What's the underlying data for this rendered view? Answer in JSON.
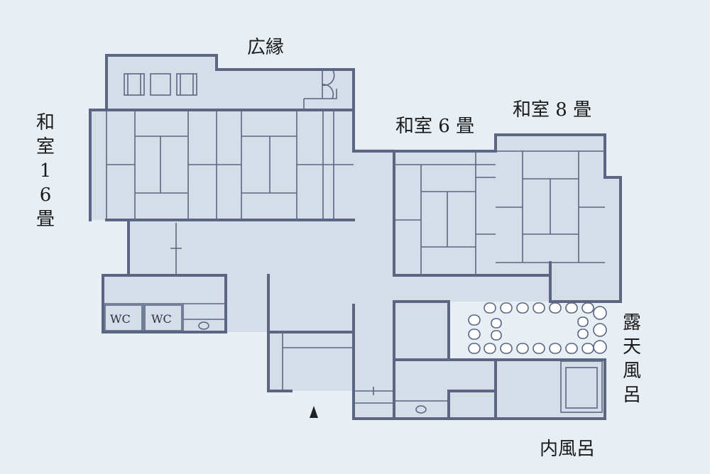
{
  "labels": {
    "engawa": "広縁",
    "washitsu16": "和室16畳",
    "washitsu6": "和室 6 畳",
    "washitsu8": "和室 8 畳",
    "rotenburo": "露天風呂",
    "uchiburo": "内風呂",
    "wc1": "WC",
    "wc2": "WC"
  },
  "colors": {
    "background": "#e8eff4",
    "floor": "#d5dde9",
    "wall": "#5b6683",
    "line": "#5b6683",
    "arrow": "#222222"
  },
  "icons": {
    "entrance": "entrance-arrow-icon"
  }
}
